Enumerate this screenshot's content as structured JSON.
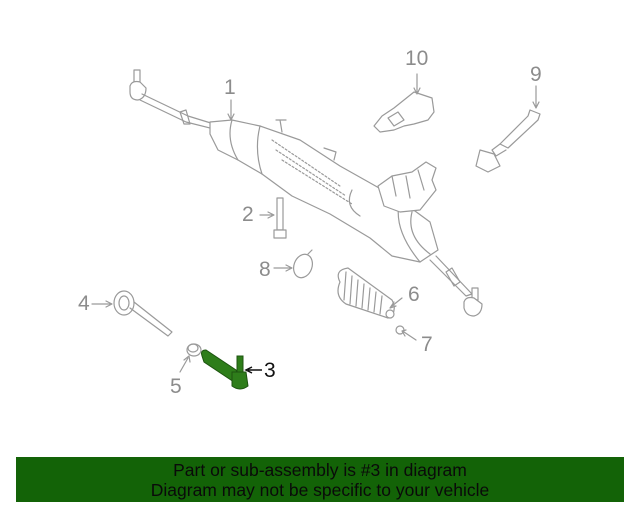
{
  "diagram": {
    "title": "Steering gear / rack and pinion assembly exploded view",
    "highlight_color": "#2e7d1a",
    "line_color": "#9a9a9a",
    "callouts": [
      {
        "number": "1",
        "part": "steering-gear-assembly"
      },
      {
        "number": "2",
        "part": "bolt"
      },
      {
        "number": "3",
        "part": "outer-tie-rod-end",
        "highlighted": true
      },
      {
        "number": "4",
        "part": "inner-tie-rod"
      },
      {
        "number": "5",
        "part": "nut"
      },
      {
        "number": "6",
        "part": "boot"
      },
      {
        "number": "7",
        "part": "clamp-nut"
      },
      {
        "number": "8",
        "part": "clamp"
      },
      {
        "number": "9",
        "part": "intermediate-shaft"
      },
      {
        "number": "10",
        "part": "heat-shield"
      }
    ]
  },
  "banner": {
    "line1": "Part or sub-assembly is #3 in diagram",
    "line2": "Diagram may not be specific to your vehicle",
    "background": "#136307"
  }
}
